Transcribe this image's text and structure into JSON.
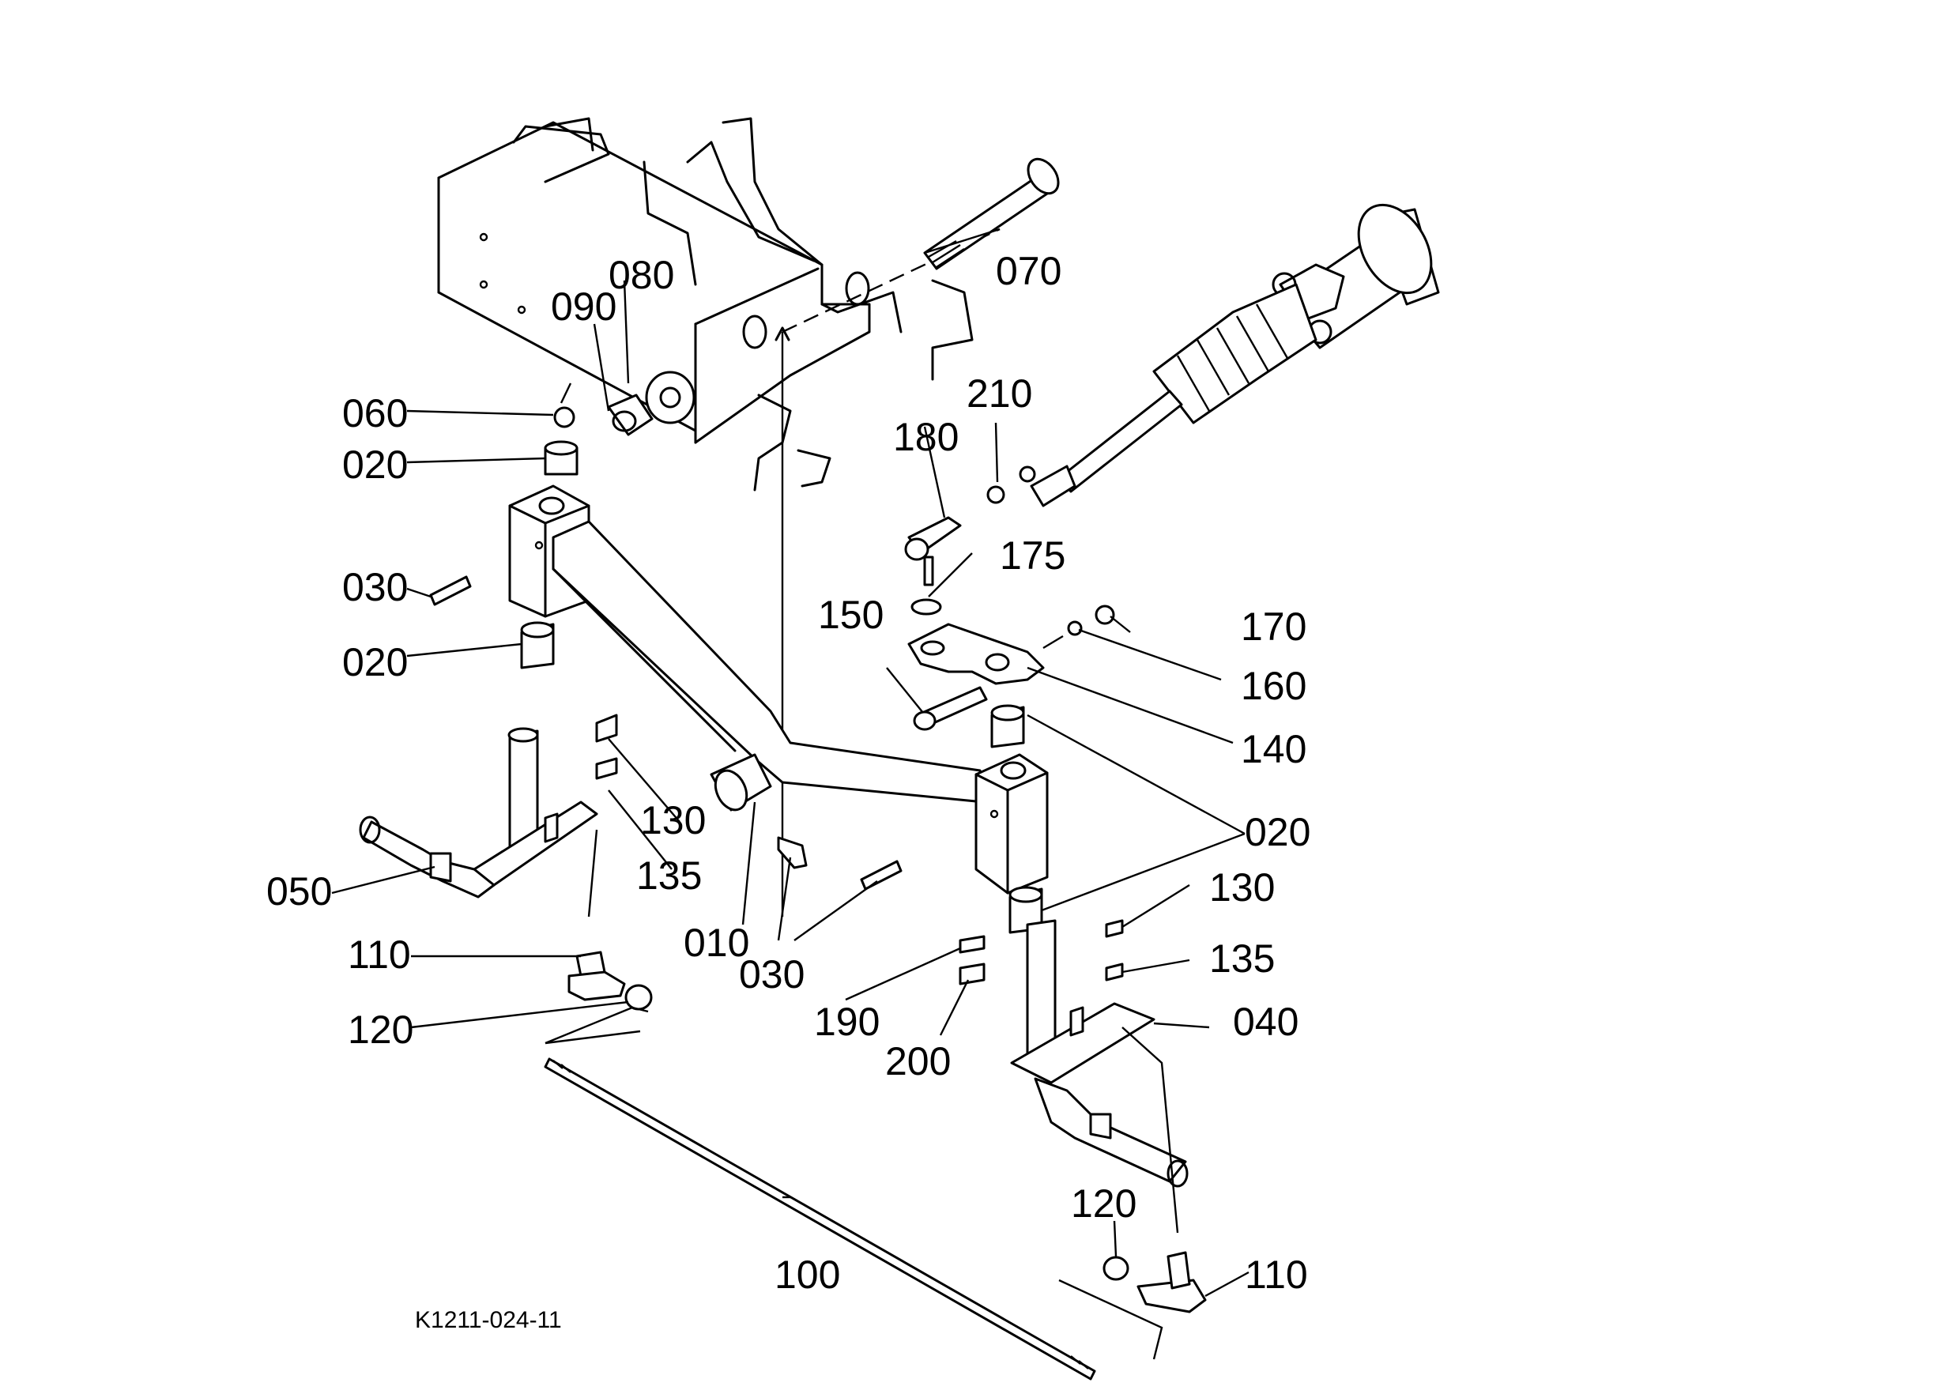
{
  "drawing_ref": "K1211-024-11",
  "part_numbers": {
    "p010": "010",
    "p020": "020",
    "p030": "030",
    "p040": "040",
    "p050": "050",
    "p060": "060",
    "p070": "070",
    "p080": "080",
    "p090": "090",
    "p100": "100",
    "p110": "110",
    "p120": "120",
    "p130": "130",
    "p135": "135",
    "p140": "140",
    "p150": "150",
    "p160": "160",
    "p170": "170",
    "p175": "175",
    "p180": "180",
    "p190": "190",
    "p200": "200",
    "p210": "210"
  }
}
